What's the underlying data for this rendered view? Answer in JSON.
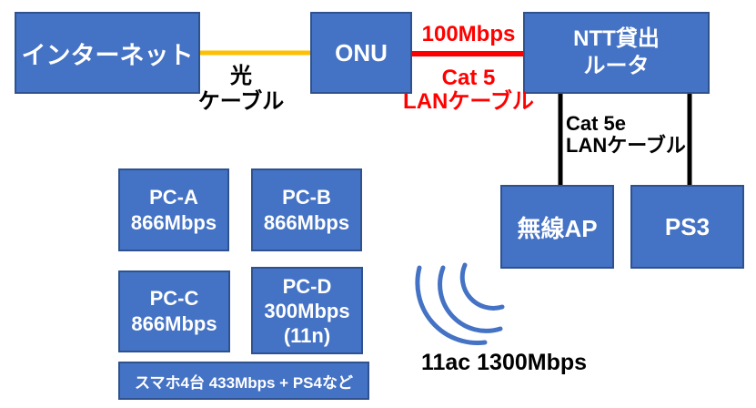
{
  "colors": {
    "box_fill": "#4472C4",
    "box_border": "#2F528F",
    "box_text": "#FFFFFF",
    "optical_cable": "#FFC000",
    "cat5_cable": "#FF0000",
    "cat5e_cable": "#000000",
    "wifi_arc": "#4472C4",
    "label_text": "#000000",
    "speed_warning_text": "#FF0000"
  },
  "nodes": {
    "internet": {
      "label": "インターネット"
    },
    "onu": {
      "label": "ONU"
    },
    "router": {
      "lines": [
        "NTT貸出",
        "ルータ"
      ]
    },
    "wireless_ap": {
      "label": "無線AP"
    },
    "ps3": {
      "label": "PS3"
    },
    "pc_a": {
      "lines": [
        "PC-A",
        "866Mbps"
      ]
    },
    "pc_b": {
      "lines": [
        "PC-B",
        "866Mbps"
      ]
    },
    "pc_c": {
      "lines": [
        "PC-C",
        "866Mbps"
      ]
    },
    "pc_d": {
      "lines": [
        "PC-D",
        "300Mbps",
        "(11n)"
      ]
    },
    "smartphones": {
      "label": "スマホ4台 433Mbps + PS4など"
    }
  },
  "links": {
    "optical": {
      "lines": [
        "光",
        "ケーブル"
      ]
    },
    "cat5": {
      "speed": "100Mbps",
      "lines": [
        "Cat 5",
        "LANケーブル"
      ]
    },
    "cat5e": {
      "lines": [
        "Cat 5e",
        "LANケーブル"
      ]
    },
    "wifi": {
      "label": "11ac 1300Mbps"
    }
  }
}
